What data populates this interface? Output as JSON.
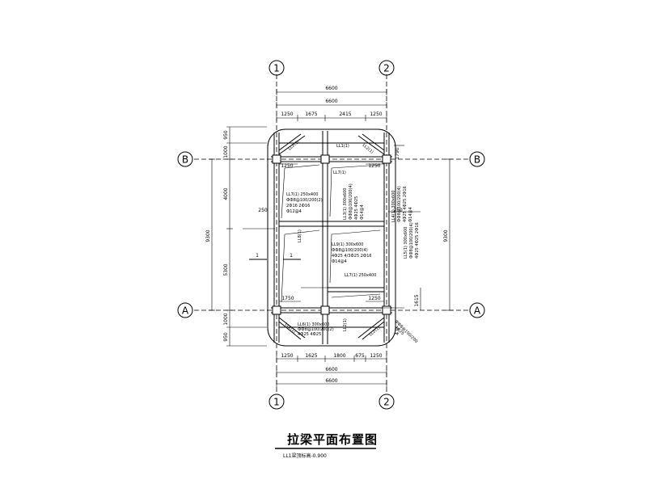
{
  "axes": {
    "col1": "1",
    "col2": "2",
    "rowA": "A",
    "rowB": "B"
  },
  "dims": {
    "top_total_outer": "6600",
    "top_total_inner": "6600",
    "top_seg1": "1250",
    "top_seg2": "1675",
    "top_seg3": "2415",
    "top_seg4": "1250",
    "bottom_total_inner": "6600",
    "bottom_total_outer": "6600",
    "bottom_seg1": "1250",
    "bottom_seg2": "1625",
    "bottom_seg3": "1800",
    "bottom_seg4": "675",
    "bottom_seg5": "1250",
    "left_total": "9300",
    "left_seg1": "4000",
    "left_seg2": "5300",
    "left_top1": "1000",
    "left_top2": "950",
    "left_bot1": "1000",
    "left_bot2": "950",
    "right_total": "9300",
    "mid_250a": "250",
    "mid_250b": "250",
    "w1250a": "1250",
    "w1250b": "1250",
    "w1750a": "1750",
    "w1250c": "1250",
    "r1615": "1615",
    "dimA": "1790",
    "dimB": "4.0"
  },
  "section_marks": {
    "left": "1",
    "right": "1"
  },
  "beam_notes": {
    "top_center": "LL1(1)",
    "top_left_diag": "LL2(1)",
    "top_right_diag": "LL2(1)",
    "inner_top": "LL7(1)",
    "left_block_1": "LL7(1) 250x400",
    "left_block_2": "ФФ8@100/200(2)",
    "left_block_3": "2Ф16 2Ф16",
    "left_block_4": "Ф12@4",
    "center_block_1": "LL3(1) 300x600",
    "center_block_2": "ФФ8@100/200(4)",
    "center_block_3": "4Ф25 4Ф25",
    "center_block_4": "Ф14@4",
    "right_vert_1": "LL4(1) 300x600",
    "right_vert_2": "ФФ8@100/200(4)",
    "right_vert_3": "4Ф25 4Ф25 2Ф16",
    "right_vert_4": "Ф14@4",
    "far_right_1": "LL5(1) 300x600",
    "far_right_2": "ФФ8@100/200(4)",
    "far_right_3": "4Ф25 4Ф25 2Ф16",
    "lower_center_1": "LL9(1) 300x600",
    "lower_center_2": "ФФ8@100/200(4)",
    "lower_center_3": "4Ф25 4/3Ф25 2Ф16",
    "lower_center_4": "Ф14@4",
    "lower_beam": "LL7(1) 250x400",
    "bottom_block_1": "LL6(1) 300x600",
    "bottom_block_2": "ФФ8@100/200(2)",
    "bottom_block_3": "4Ф25 4Ф25",
    "bottom_small": "LL2(1)",
    "vertical_mark": "LL8(1)",
    "bl_diag": "LL2(1)",
    "br_diag": "LL2(1)",
    "right_edge_1": "ФФ8@100/200",
    "right_edge_2": "4Ф25"
  },
  "title": "拉梁平面布置图",
  "subtitle": "LL1梁顶标高-0.900"
}
